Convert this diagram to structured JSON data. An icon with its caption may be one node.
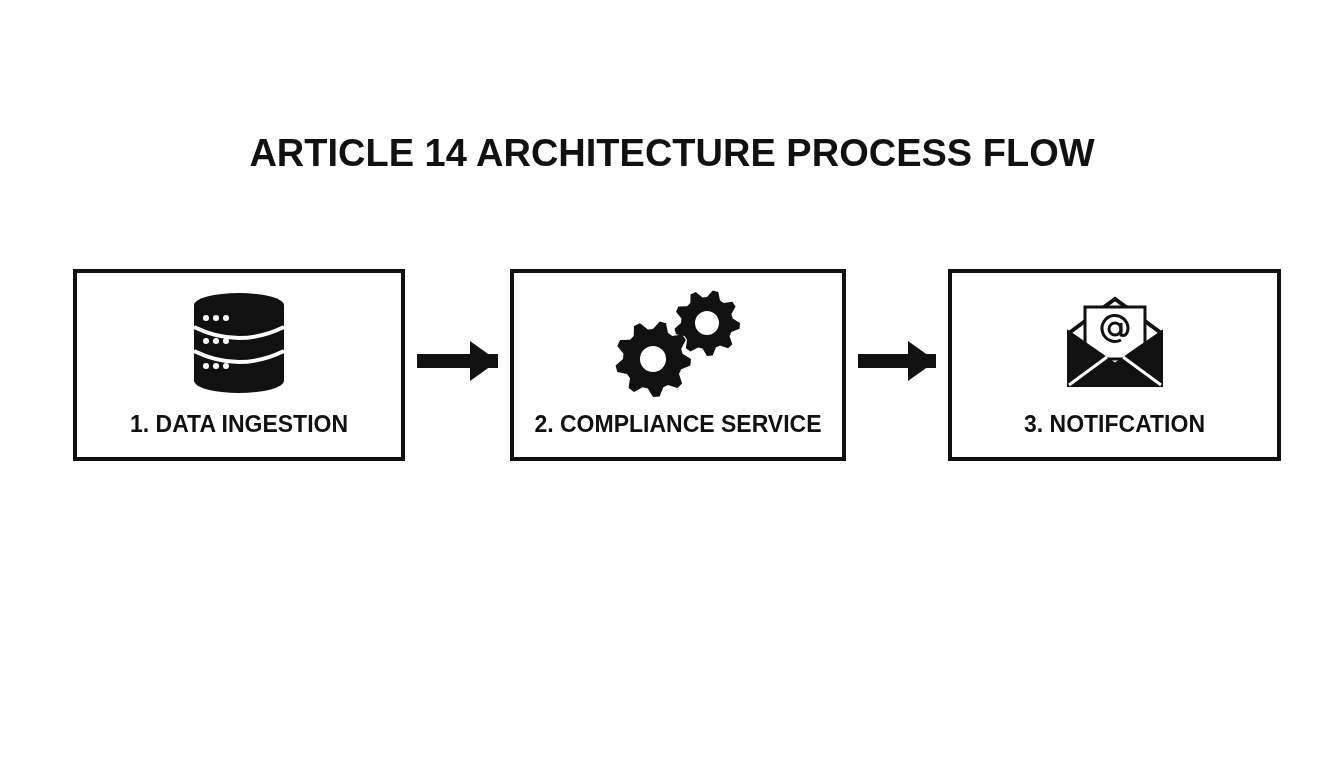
{
  "diagram": {
    "title": "ARTICLE 14 ARCHITECTURE PROCESS FLOW",
    "nodes": [
      {
        "text": [
          "1. DATA INGESTION"
        ]
      },
      {
        "text": [
          "2. COMPLIANCE SERVICE"
        ]
      },
      {
        "text": [
          "3. NOTIFCATION"
        ]
      }
    ],
    "edges": [
      {
        "from": 0,
        "to": 1,
        "arrow": "to"
      },
      {
        "from": 1,
        "to": 2,
        "arrow": "to"
      }
    ]
  }
}
